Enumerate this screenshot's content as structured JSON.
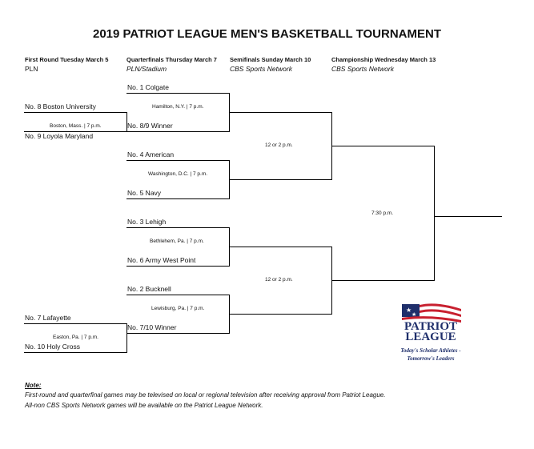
{
  "title": "2019 PATRIOT LEAGUE MEN'S BASKETBALL TOURNAMENT",
  "rounds": [
    {
      "label": "First Round Tuesday  March 5",
      "network": "PLN"
    },
    {
      "label": "Quarterfinals Thursday March 7",
      "network": "PLN/Stadium"
    },
    {
      "label": "Semifinals Sunday March 10",
      "network": "CBS Sports Network"
    },
    {
      "label": "Championship  Wednesday March 13",
      "network": "CBS Sports Network"
    }
  ],
  "first_round": [
    {
      "top": "No. 8 Boston University",
      "bottom": "No. 9 Loyola Maryland",
      "site": "Boston, Mass.  |  7 p.m."
    },
    {
      "top": "No. 7 Lafayette",
      "bottom": "No. 10 Holy Cross",
      "site": "Easton, Pa.  |  7 p.m."
    }
  ],
  "quarterfinals": [
    {
      "top": "No. 1 Colgate",
      "bottom": "No. 8/9 Winner",
      "site": "Hamilton, N.Y.  |  7 p.m."
    },
    {
      "top": "No. 4 American",
      "bottom": "No. 5 Navy",
      "site": "Washington, D.C.  |  7 p.m."
    },
    {
      "top": "No. 3 Lehigh",
      "bottom": "No. 6 Army West Point",
      "site": "Bethlehem, Pa.  |  7 p.m."
    },
    {
      "top": "No. 2 Bucknell",
      "bottom": "No. 7/10 Winner",
      "site": "Lewisburg, Pa.  |  7 p.m."
    }
  ],
  "semifinals": [
    {
      "time": "12 or 2 p.m."
    },
    {
      "time": "12 or 2 p.m."
    }
  ],
  "championship": {
    "time": "7:30 p.m."
  },
  "logo": {
    "line1": "PATRIOT",
    "line2": "LEAGUE",
    "tagline1": "Today's Scholar Athletes -",
    "tagline2": "Tomorrow's Leaders"
  },
  "note": {
    "heading": "Note:",
    "lines": [
      "First-round and quarterfinal games may be televised on local or regional television after receiving approval from Patriot League.",
      "All-non CBS Sports Network games will be available on the Patriot League Network."
    ]
  },
  "colors": {
    "navy": "#1f2f6b",
    "red": "#c8202f"
  }
}
